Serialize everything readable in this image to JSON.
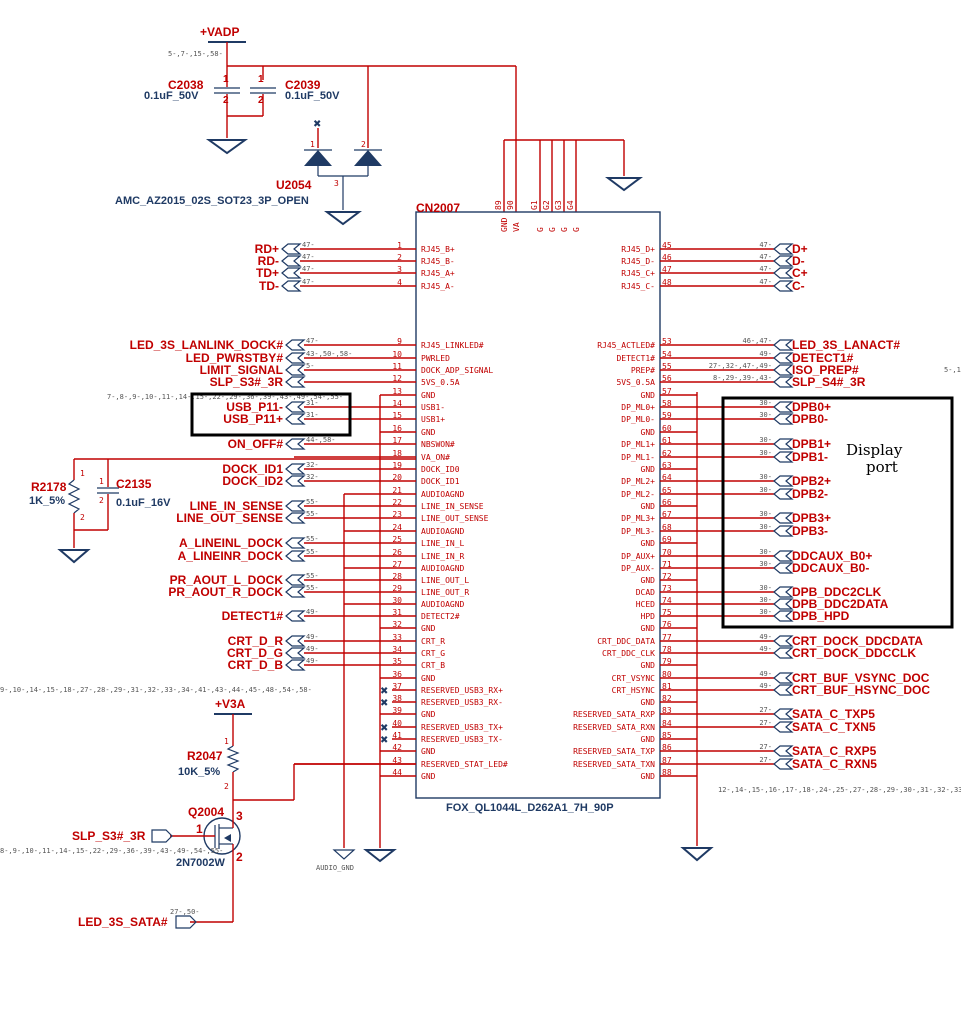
{
  "power": {
    "vadp": "+VADP",
    "vadp_ref": "5-,7-,15-,58-",
    "v3a": "+V3A"
  },
  "caps": {
    "c2038": {
      "ref": "C2038",
      "value": "0.1uF_50V",
      "pin1": "1",
      "pin2": "2"
    },
    "c2039": {
      "ref": "C2039",
      "value": "0.1uF_50V",
      "pin1": "1",
      "pin2": "2"
    },
    "c2135": {
      "ref": "C2135",
      "value": "0.1uF_16V",
      "pin1": "1",
      "pin2": "2"
    }
  },
  "u2054": {
    "ref": "U2054",
    "value": "AMC_AZ2015_02S_SOT23_3P_OPEN",
    "pins": [
      "1",
      "2",
      "3"
    ]
  },
  "r2178": {
    "ref": "R2178",
    "value": "1K_5%",
    "pin1": "1",
    "pin2": "2"
  },
  "r2047": {
    "ref": "R2047",
    "value": "10K_5%",
    "pin1": "1",
    "pin2": "2"
  },
  "q2004": {
    "ref": "Q2004",
    "value": "2N7002W",
    "pins": [
      "1",
      "2",
      "3"
    ]
  },
  "connector": {
    "ref": "CN2007",
    "part": "FOX_QL1044L_D262A1_7H_90P",
    "top_pins": [
      {
        "num": "89",
        "name": "GND"
      },
      {
        "num": "90",
        "name": "VA"
      },
      {
        "num": "G1",
        "name": "G"
      },
      {
        "num": "G2",
        "name": "G"
      },
      {
        "num": "G3",
        "name": "G"
      },
      {
        "num": "G4",
        "name": "G"
      }
    ],
    "left_pins": [
      {
        "num": "1",
        "name": "RJ45_B+",
        "net": "RD+",
        "ref": "47-"
      },
      {
        "num": "2",
        "name": "RJ45_B-",
        "net": "RD-",
        "ref": "47-"
      },
      {
        "num": "3",
        "name": "RJ45_A+",
        "net": "TD+",
        "ref": "47-"
      },
      {
        "num": "4",
        "name": "RJ45_A-",
        "net": "TD-",
        "ref": "47-"
      },
      {
        "num": "9",
        "name": "RJ45_LINKLED#",
        "net": "LED_3S_LANLINK_DOCK#",
        "ref": "47-"
      },
      {
        "num": "10",
        "name": "PWRLED",
        "net": "LED_PWRSTBY#",
        "ref": "43-,50-,58-"
      },
      {
        "num": "11",
        "name": "DOCK_ADP_SIGNAL",
        "net": "LIMIT_SIGNAL",
        "ref": "5-"
      },
      {
        "num": "12",
        "name": "5VS_0.5A",
        "net": "SLP_S3#_3R",
        "ref": ""
      },
      {
        "num": "13",
        "name": "GND",
        "net": "",
        "ref": ""
      },
      {
        "num": "14",
        "name": "USB1-",
        "net": "USB_P11-",
        "ref": "31-"
      },
      {
        "num": "15",
        "name": "USB1+",
        "net": "USB_P11+",
        "ref": "31-"
      },
      {
        "num": "16",
        "name": "GND",
        "net": "",
        "ref": ""
      },
      {
        "num": "17",
        "name": "NBSWON#",
        "net": "ON_OFF#",
        "ref": "44-,58-"
      },
      {
        "num": "18",
        "name": "VA_ON#",
        "net": "",
        "ref": ""
      },
      {
        "num": "19",
        "name": "DOCK_ID0",
        "net": "DOCK_ID1",
        "ref": "32-"
      },
      {
        "num": "20",
        "name": "DOCK_ID1",
        "net": "DOCK_ID2",
        "ref": "32-"
      },
      {
        "num": "21",
        "name": "AUDIOAGND",
        "net": "",
        "ref": ""
      },
      {
        "num": "22",
        "name": "LINE_IN_SENSE",
        "net": "LINE_IN_SENSE",
        "ref": "55-"
      },
      {
        "num": "23",
        "name": "LINE_OUT_SENSE",
        "net": "LINE_OUT_SENSE",
        "ref": "55-"
      },
      {
        "num": "24",
        "name": "AUDIOAGND",
        "net": "",
        "ref": ""
      },
      {
        "num": "25",
        "name": "LINE_IN_L",
        "net": "A_LINEINL_DOCK",
        "ref": "55-"
      },
      {
        "num": "26",
        "name": "LINE_IN_R",
        "net": "A_LINEINR_DOCK",
        "ref": "55-"
      },
      {
        "num": "27",
        "name": "AUDIOAGND",
        "net": "",
        "ref": ""
      },
      {
        "num": "28",
        "name": "LINE_OUT_L",
        "net": "PR_AOUT_L_DOCK",
        "ref": "55-"
      },
      {
        "num": "29",
        "name": "LINE_OUT_R",
        "net": "PR_AOUT_R_DOCK",
        "ref": "55-"
      },
      {
        "num": "30",
        "name": "AUDIOAGND",
        "net": "",
        "ref": ""
      },
      {
        "num": "31",
        "name": "DETECT2#",
        "net": "DETECT1#",
        "ref": "49-"
      },
      {
        "num": "32",
        "name": "GND",
        "net": "",
        "ref": ""
      },
      {
        "num": "33",
        "name": "CRT_R",
        "net": "CRT_D_R",
        "ref": "49-"
      },
      {
        "num": "34",
        "name": "CRT_G",
        "net": "CRT_D_G",
        "ref": "49-"
      },
      {
        "num": "35",
        "name": "CRT_B",
        "net": "CRT_D_B",
        "ref": "49-"
      },
      {
        "num": "36",
        "name": "GND",
        "net": "",
        "ref": ""
      },
      {
        "num": "37",
        "name": "RESERVED_USB3_RX+",
        "net": "",
        "ref": "",
        "nc": true
      },
      {
        "num": "38",
        "name": "RESERVED_USB3_RX-",
        "net": "",
        "ref": "",
        "nc": true
      },
      {
        "num": "39",
        "name": "GND",
        "net": "",
        "ref": ""
      },
      {
        "num": "40",
        "name": "RESERVED_USB3_TX+",
        "net": "",
        "ref": "",
        "nc": true
      },
      {
        "num": "41",
        "name": "RESERVED_USB3_TX-",
        "net": "",
        "ref": "",
        "nc": true
      },
      {
        "num": "42",
        "name": "GND",
        "net": "",
        "ref": ""
      },
      {
        "num": "43",
        "name": "RESERVED_STAT_LED#",
        "net": "",
        "ref": ""
      },
      {
        "num": "44",
        "name": "GND",
        "net": "",
        "ref": ""
      }
    ],
    "right_pins": [
      {
        "num": "45",
        "name": "RJ45_D+",
        "net": "D+",
        "ref": "47-"
      },
      {
        "num": "46",
        "name": "RJ45_D-",
        "net": "D-",
        "ref": "47-"
      },
      {
        "num": "47",
        "name": "RJ45_C+",
        "net": "C+",
        "ref": "47-"
      },
      {
        "num": "48",
        "name": "RJ45_C-",
        "net": "C-",
        "ref": "47-"
      },
      {
        "num": "53",
        "name": "RJ45_ACTLED#",
        "net": "LED_3S_LANACT#",
        "ref": "46-,47-"
      },
      {
        "num": "54",
        "name": "DETECT1#",
        "net": "DETECT1#",
        "ref": "49-"
      },
      {
        "num": "55",
        "name": "PREP#",
        "net": "ISO_PREP#",
        "ref": "27-,32-,47-,49-"
      },
      {
        "num": "56",
        "name": "5VS_0.5A",
        "net": "SLP_S4#_3R",
        "ref": "8-,29-,39-,43-"
      },
      {
        "num": "57",
        "name": "GND",
        "net": "",
        "ref": ""
      },
      {
        "num": "58",
        "name": "DP_ML0+",
        "net": "DPB0+",
        "ref": "30-"
      },
      {
        "num": "59",
        "name": "DP_ML0-",
        "net": "DPB0-",
        "ref": "30-"
      },
      {
        "num": "60",
        "name": "GND",
        "net": "",
        "ref": ""
      },
      {
        "num": "61",
        "name": "DP_ML1+",
        "net": "DPB1+",
        "ref": "30-"
      },
      {
        "num": "62",
        "name": "DP_ML1-",
        "net": "DPB1-",
        "ref": "30-"
      },
      {
        "num": "63",
        "name": "GND",
        "net": "",
        "ref": ""
      },
      {
        "num": "64",
        "name": "DP_ML2+",
        "net": "DPB2+",
        "ref": "30-"
      },
      {
        "num": "65",
        "name": "DP_ML2-",
        "net": "DPB2-",
        "ref": "30-"
      },
      {
        "num": "66",
        "name": "GND",
        "net": "",
        "ref": ""
      },
      {
        "num": "67",
        "name": "DP_ML3+",
        "net": "DPB3+",
        "ref": "30-"
      },
      {
        "num": "68",
        "name": "DP_ML3-",
        "net": "DPB3-",
        "ref": "30-"
      },
      {
        "num": "69",
        "name": "GND",
        "net": "",
        "ref": ""
      },
      {
        "num": "70",
        "name": "DP_AUX+",
        "net": "DDCAUX_B0+",
        "ref": "30-"
      },
      {
        "num": "71",
        "name": "DP_AUX-",
        "net": "DDCAUX_B0-",
        "ref": "30-"
      },
      {
        "num": "72",
        "name": "GND",
        "net": "",
        "ref": ""
      },
      {
        "num": "73",
        "name": "DCAD",
        "net": "DPB_DDC2CLK",
        "ref": "30-"
      },
      {
        "num": "74",
        "name": "HCED",
        "net": "DPB_DDC2DATA",
        "ref": "30-"
      },
      {
        "num": "75",
        "name": "HPD",
        "net": "DPB_HPD",
        "ref": "30-"
      },
      {
        "num": "76",
        "name": "GND",
        "net": "",
        "ref": ""
      },
      {
        "num": "77",
        "name": "CRT_DDC_DATA",
        "net": "CRT_DOCK_DDCDATA",
        "ref": "49-"
      },
      {
        "num": "78",
        "name": "CRT_DDC_CLK",
        "net": "CRT_DOCK_DDCCLK",
        "ref": "49-"
      },
      {
        "num": "79",
        "name": "GND",
        "net": "",
        "ref": ""
      },
      {
        "num": "80",
        "name": "CRT_VSYNC",
        "net": "CRT_BUF_VSYNC_DOC",
        "ref": "49-"
      },
      {
        "num": "81",
        "name": "CRT_HSYNC",
        "net": "CRT_BUF_HSYNC_DOC",
        "ref": "49-"
      },
      {
        "num": "82",
        "name": "GND",
        "net": "",
        "ref": ""
      },
      {
        "num": "83",
        "name": "RESERVED_SATA_RXP",
        "net": "SATA_C_TXP5",
        "ref": "27-"
      },
      {
        "num": "84",
        "name": "RESERVED_SATA_RXN",
        "net": "SATA_C_TXN5",
        "ref": "27-"
      },
      {
        "num": "85",
        "name": "GND",
        "net": "",
        "ref": ""
      },
      {
        "num": "86",
        "name": "RESERVED_SATA_TXP",
        "net": "SATA_C_RXP5",
        "ref": "27-"
      },
      {
        "num": "87",
        "name": "RESERVED_SATA_TXN",
        "net": "SATA_C_RXN5",
        "ref": "27-"
      },
      {
        "num": "88",
        "name": "GND",
        "net": "",
        "ref": ""
      }
    ]
  },
  "misc": {
    "slp_s3_ref": "7-,8-,9-,10-,11-,14-,15-,22-,29-,36-,39-,43-,49-,54-,55-",
    "gnd_ref_left": "9-,10-,14-,15-,18-,27-,28-,29-,31-,32-,33-,34-,41-,43-,44-,45-,48-,54-,58-",
    "gnd_ref_right": "12-,14-,15-,16-,17-,18-,24-,25-,27-,28-,29-,30-,31-,32-,33-",
    "q_slp_net": "SLP_S3#_3R",
    "q_slp_ref": "8-,9-,10-,11-,14-,15-,22-,29-,36-,39-,43-,49-,54-,55-",
    "led_sata_net": "LED_3S_SATA#",
    "led_sata_ref": "27-,50-",
    "audio_gnd": "AUDIO_GND",
    "far_right_ref": "5-,1",
    "display_port_note": [
      "Display",
      "port"
    ]
  }
}
